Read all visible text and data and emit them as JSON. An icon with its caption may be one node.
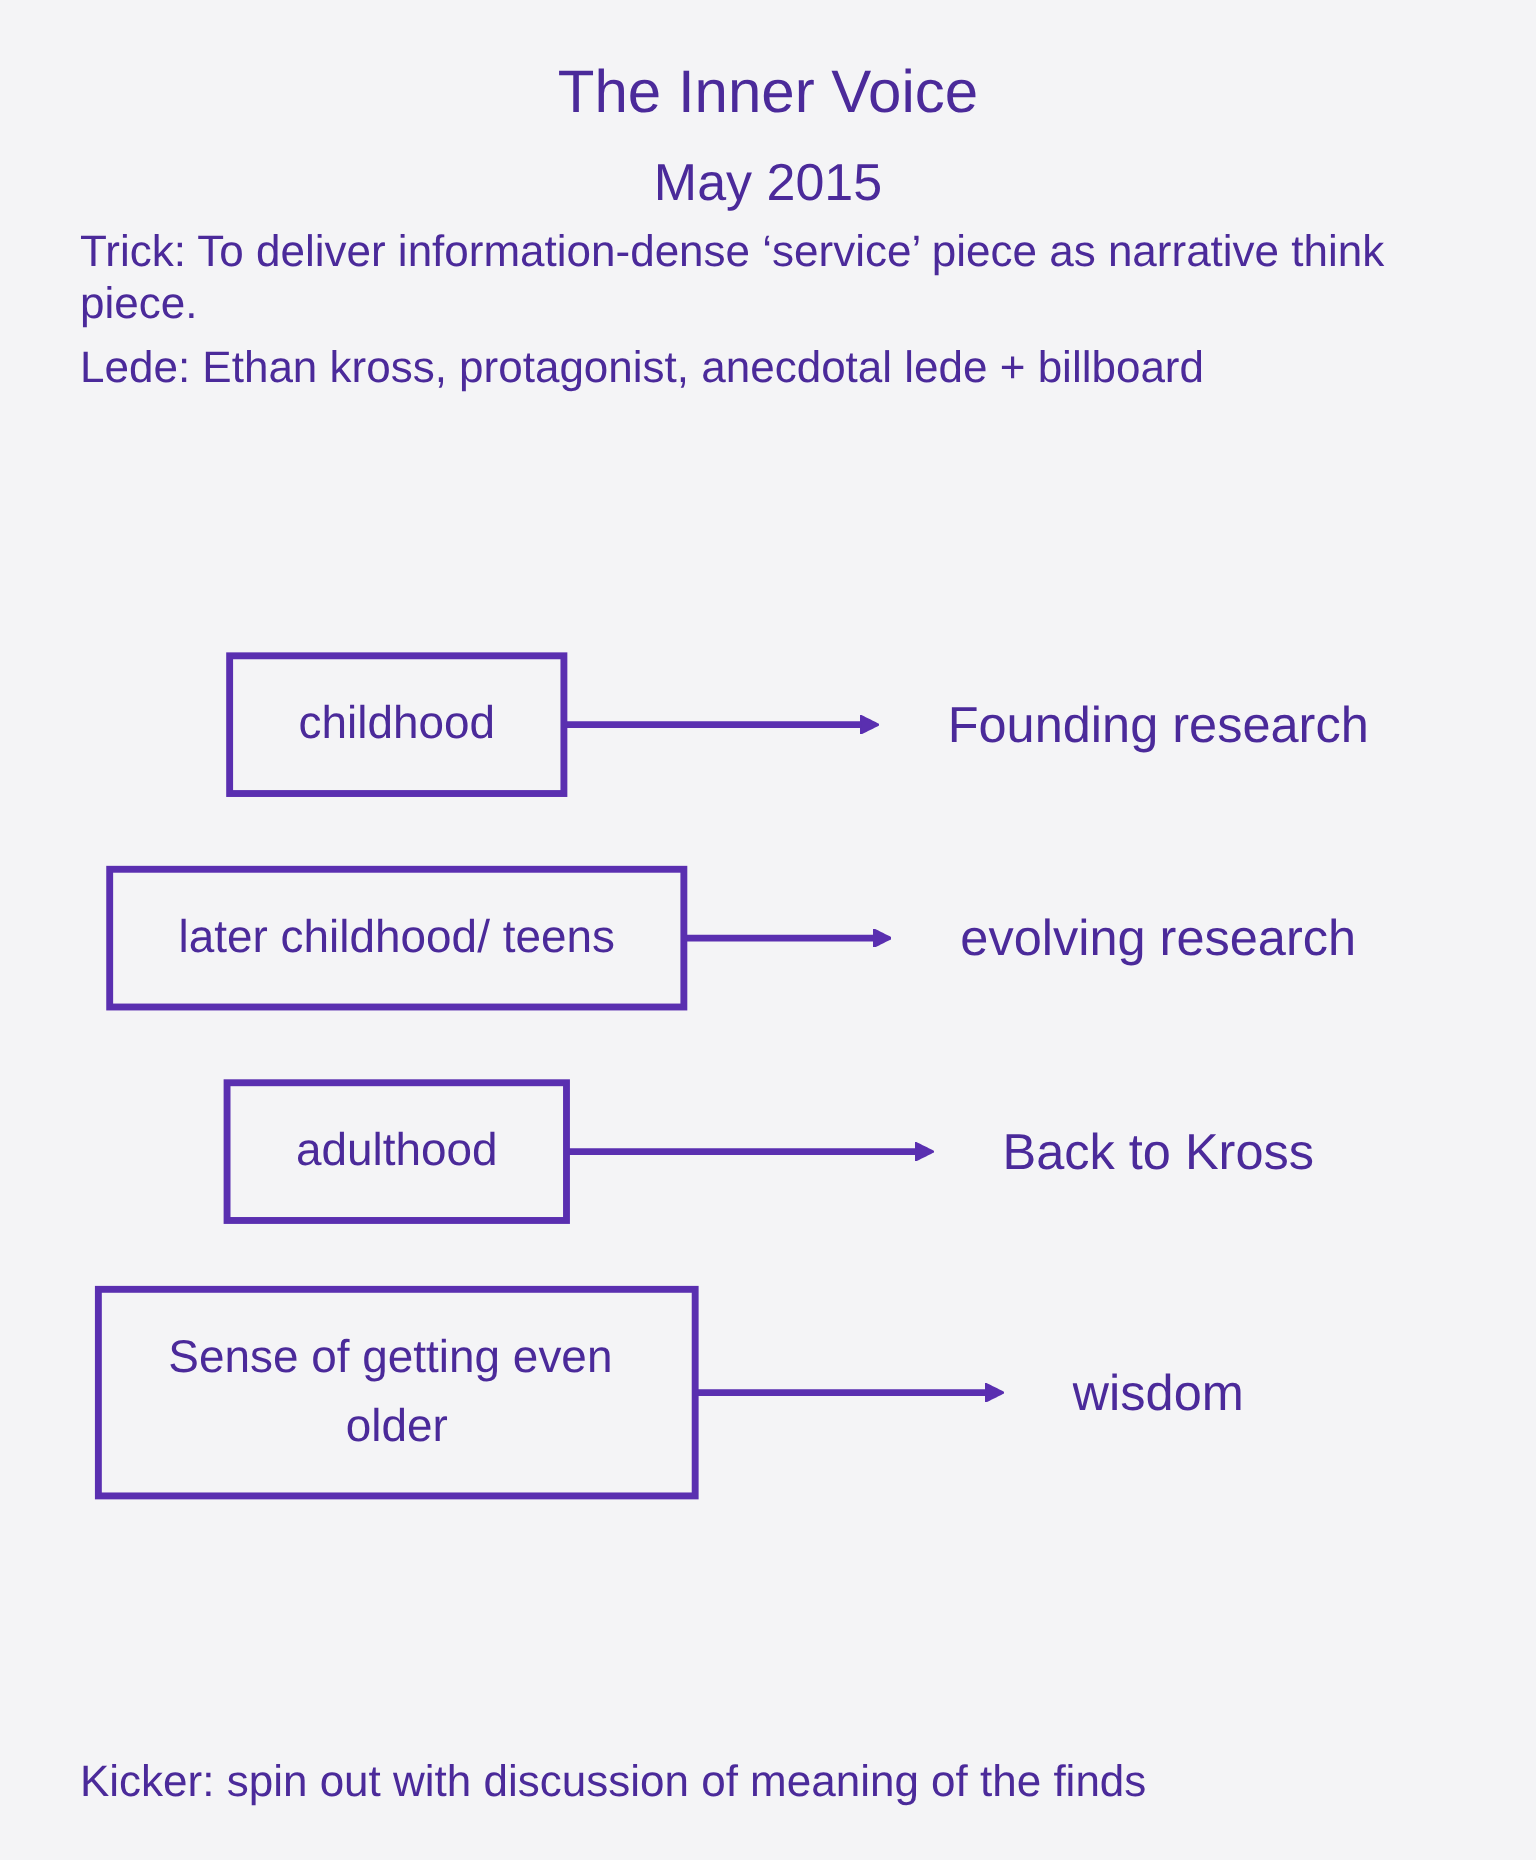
{
  "diagram": {
    "title": "The Inner Voice",
    "nodes": [
      {
        "text": [
          "childhood"
        ]
      },
      {
        "text": [
          "Founding research"
        ]
      },
      {
        "text": [
          "later childhood/ teens"
        ]
      },
      {
        "text": [
          "evolving research"
        ]
      },
      {
        "text": [
          "adulthood"
        ]
      },
      {
        "text": [
          "Back to Kross"
        ]
      },
      {
        "text": [
          "Sense of getting even older"
        ]
      },
      {
        "text": [
          "wisdom"
        ]
      }
    ],
    "edges": [
      {
        "from": 0,
        "to": 1,
        "arrow": "to"
      },
      {
        "from": 2,
        "to": 3,
        "arrow": "to"
      },
      {
        "from": 4,
        "to": 5,
        "arrow": "to"
      },
      {
        "from": 6,
        "to": 7,
        "arrow": "to"
      }
    ],
    "labels": [
      "May 2015",
      "Trick: To deliver information-dense ‘service’ piece as narrative think piece.",
      "Lede: Ethan kross, protagonist, anecdotal lede + billboard",
      "Kicker: spin out with discussion of meaning of the finds"
    ]
  }
}
